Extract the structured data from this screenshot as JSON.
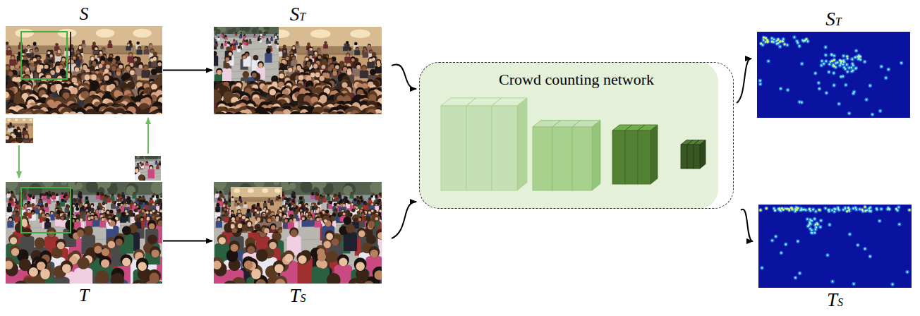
{
  "diagram": {
    "nodes": [
      {
        "text": [
          "S"
        ]
      },
      {
        "text": [
          "ST"
        ]
      },
      {
        "text": [
          "T"
        ]
      },
      {
        "text": [
          "TS"
        ]
      },
      {
        "text": [
          "Crowd counting network"
        ]
      },
      {
        "text": [
          "ST"
        ]
      },
      {
        "text": [
          "TS"
        ]
      }
    ],
    "edges": [
      {
        "from": 0,
        "to": 1,
        "arrow": "to"
      },
      {
        "from": 2,
        "to": 3,
        "arrow": "to"
      },
      {
        "from": 1,
        "to": 4,
        "arrow": "to"
      },
      {
        "from": 3,
        "to": 4,
        "arrow": "to"
      },
      {
        "from": 4,
        "to": 5,
        "arrow": "to"
      },
      {
        "from": 4,
        "to": 6,
        "arrow": "to"
      }
    ]
  }
}
